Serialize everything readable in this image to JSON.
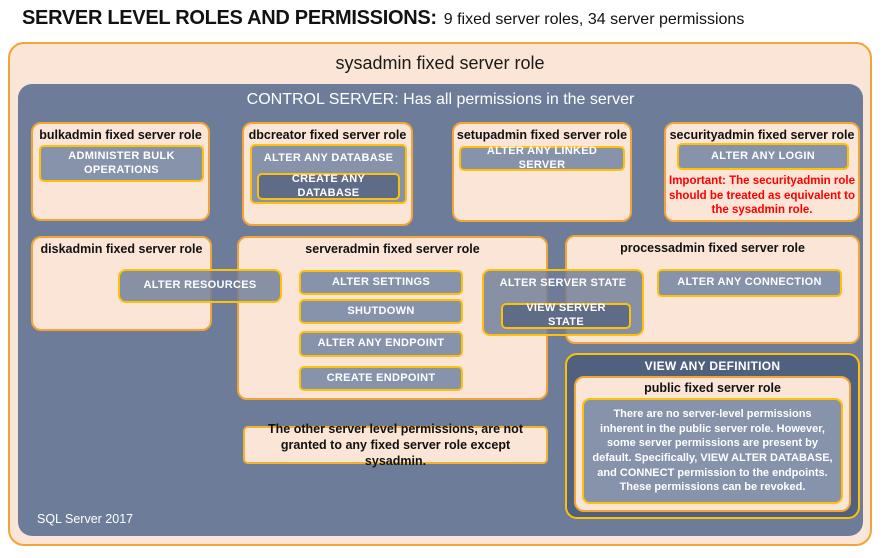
{
  "header": {
    "title_strong": "SERVER LEVEL ROLES AND PERMISSIONS:",
    "title_rest": "9 fixed server roles, 34 server permissions"
  },
  "sysadmin": {
    "label": "sysadmin fixed server role",
    "control_server_label": "CONTROL SERVER: Has all permissions in the server"
  },
  "roles": {
    "bulkadmin": {
      "title": "bulkadmin fixed server role",
      "permission": "ADMINISTER BULK OPERATIONS"
    },
    "dbcreator": {
      "title": "dbcreator fixed server role",
      "permission_outer": "ALTER ANY DATABASE",
      "permission_nested": "CREATE ANY DATABASE"
    },
    "setupadmin": {
      "title": "setupadmin fixed server role",
      "permission": "ALTER ANY LINKED SERVER"
    },
    "securityadmin": {
      "title": "securityadmin fixed server role",
      "permission": "ALTER ANY LOGIN",
      "warning": "Important: The securityadmin role should be treated as equivalent to the sysadmin role."
    },
    "diskadmin": {
      "title": "diskadmin fixed server role",
      "permission": "ALTER RESOURCES"
    },
    "serveradmin": {
      "title": "serveradmin fixed server role",
      "permissions": [
        "ALTER SETTINGS",
        "SHUTDOWN",
        "ALTER ANY ENDPOINT",
        "CREATE ENDPOINT"
      ]
    },
    "shared_state": {
      "permission_outer": "ALTER SERVER STATE",
      "permission_nested": "VIEW SERVER STATE"
    },
    "processadmin": {
      "title": "processadmin fixed server role",
      "permission": "ALTER ANY CONNECTION"
    },
    "public": {
      "banner": "VIEW ANY DEFINITION",
      "title": "public fixed server role",
      "note": "There are no server-level permissions inherent in the public server role. However, some server permissions are present by default. Specifically, VIEW ALTER DATABASE, and CONNECT permission to the endpoints. These permissions can be revoked."
    }
  },
  "notes": {
    "other_permissions": "The other server level permissions, are not granted to any fixed server role except sysadmin."
  },
  "footer": {
    "label": "SQL Server 2017"
  },
  "colors": {
    "peach": "#FBE5D6",
    "orange_border": "#F2A437",
    "gold_border": "#FFC107",
    "slate": "#6D7D99",
    "slate_light": "#8693AB",
    "slate_dark": "#5E6C87",
    "slate_deep": "#4F617E",
    "warning_red": "#FF0000"
  }
}
